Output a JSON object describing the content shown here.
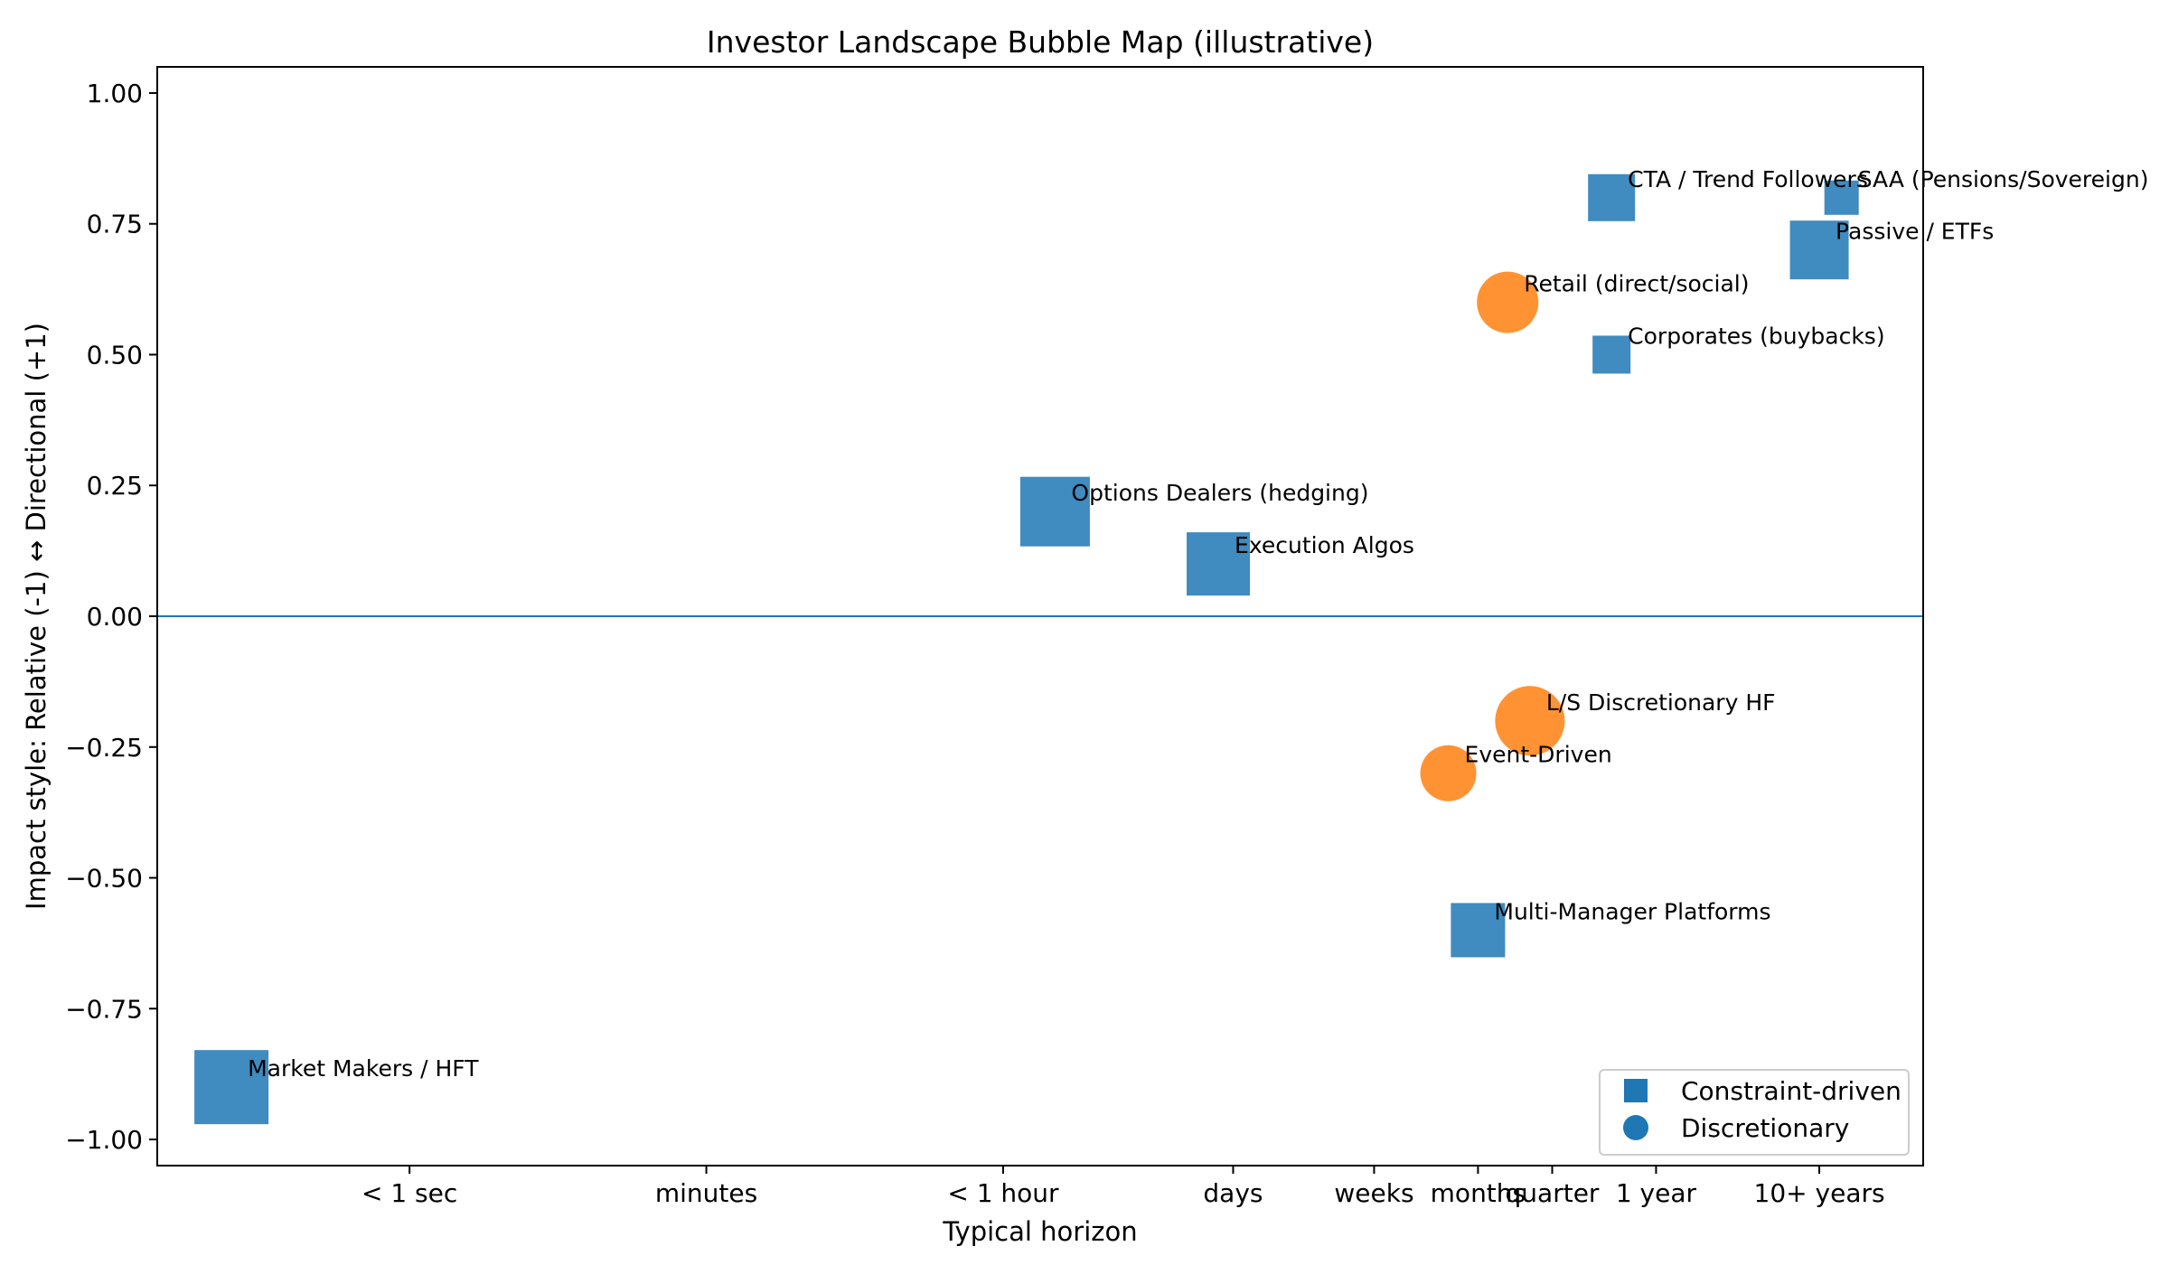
{
  "chart_data": {
    "type": "scatter",
    "title": "Investor Landscape Bubble Map (illustrative)",
    "xlabel": "Typical horizon",
    "ylabel": "Impact style: Relative  (-1)  ↔  Directional (+1)",
    "x_ticks": [
      {
        "label": "< 1 sec",
        "value": -6
      },
      {
        "label": "minutes",
        "value": -4
      },
      {
        "label": "< 1 hour",
        "value": -2
      },
      {
        "label": "days",
        "value": -0.45
      },
      {
        "label": "weeks",
        "value": 0.5
      },
      {
        "label": "months",
        "value": 1.2
      },
      {
        "label": "quarter",
        "value": 1.7
      },
      {
        "label": "1 year",
        "value": 2.4
      },
      {
        "label": "10+ years",
        "value": 3.5
      }
    ],
    "xlim": [
      -7.7,
      4.2
    ],
    "ylim": [
      -1.05,
      1.05
    ],
    "y_ticks": [
      1.0,
      0.75,
      0.5,
      0.25,
      0.0,
      -0.25,
      -0.5,
      -0.75,
      -1.0
    ],
    "y_tick_labels": [
      "1.00",
      "0.75",
      "0.50",
      "0.25",
      "0.00",
      "−0.25",
      "−0.50",
      "−0.75",
      "−1.00"
    ],
    "reference_line_y": 0,
    "grid": false,
    "legend": {
      "placement": "lower-right",
      "entries": [
        {
          "label": "Constraint-driven",
          "marker": "square"
        },
        {
          "label": "Discretionary",
          "marker": "circle"
        }
      ]
    },
    "colors": {
      "constraint": "#1f77b4",
      "discretionary": "#ff7f0e",
      "reference_line": "#1f77b4"
    },
    "points": [
      {
        "label": "Market Makers / HFT",
        "x": -7.2,
        "y": -0.9,
        "size": 82,
        "group": "constraint"
      },
      {
        "label": "Options Dealers (hedging)",
        "x": -1.65,
        "y": 0.2,
        "size": 77,
        "group": "constraint"
      },
      {
        "label": "Execution Algos",
        "x": -0.55,
        "y": 0.1,
        "size": 70,
        "group": "constraint"
      },
      {
        "label": "Multi-Manager Platforms",
        "x": 1.2,
        "y": -0.6,
        "size": 60,
        "group": "constraint"
      },
      {
        "label": "CTA / Trend Followers",
        "x": 2.1,
        "y": 0.8,
        "size": 52,
        "group": "constraint"
      },
      {
        "label": "Corporates (buybacks)",
        "x": 2.1,
        "y": 0.5,
        "size": 42,
        "group": "constraint"
      },
      {
        "label": "Passive / ETFs",
        "x": 3.5,
        "y": 0.7,
        "size": 65,
        "group": "constraint"
      },
      {
        "label": "SAA (Pensions/Sovereign)",
        "x": 3.65,
        "y": 0.8,
        "size": 38,
        "group": "constraint"
      },
      {
        "label": "Retail (direct/social)",
        "x": 1.4,
        "y": 0.6,
        "size": 68,
        "group": "discretionary"
      },
      {
        "label": "L/S Discretionary HF",
        "x": 1.55,
        "y": -0.2,
        "size": 77,
        "group": "discretionary"
      },
      {
        "label": "Event-Driven",
        "x": 1.0,
        "y": -0.3,
        "size": 62,
        "group": "discretionary"
      }
    ]
  }
}
